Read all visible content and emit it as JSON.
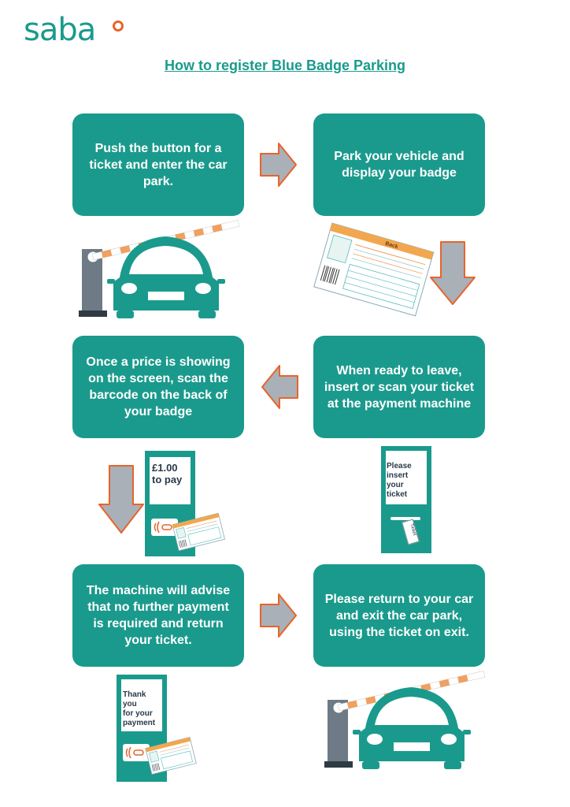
{
  "header": {
    "logo_text": "saba",
    "title": "How to register Blue Badge Parking"
  },
  "steps": [
    {
      "text": "Push the button for a ticket and enter the car park."
    },
    {
      "text": "Park your vehicle and display your badge"
    },
    {
      "text": "When ready to leave, insert or scan your ticket at the payment machine"
    },
    {
      "text": "Once a price is showing on the screen, scan the barcode on the back of your badge"
    },
    {
      "text": "The machine will advise that no further payment is required and return your ticket."
    },
    {
      "text": "Please return to your car and exit the car park, using the ticket on exit."
    }
  ],
  "machines": {
    "price_screen_line1": "£1.00",
    "price_screen_line2": "to pay",
    "insert_screen_line1": "Please",
    "insert_screen_line2": "insert",
    "insert_screen_line3": "your ticket",
    "ticket_label": "Ticket",
    "thanks_line1": "Thank you",
    "thanks_line2": "for your",
    "thanks_line3": "payment"
  },
  "badge": {
    "back_label": "Back"
  },
  "colors": {
    "teal": "#1a9a8c",
    "arrow_fill": "#a9b0b8",
    "arrow_outline": "#e8642a",
    "barrier_stripe": "#f0a060",
    "post": "#6e7b86"
  }
}
